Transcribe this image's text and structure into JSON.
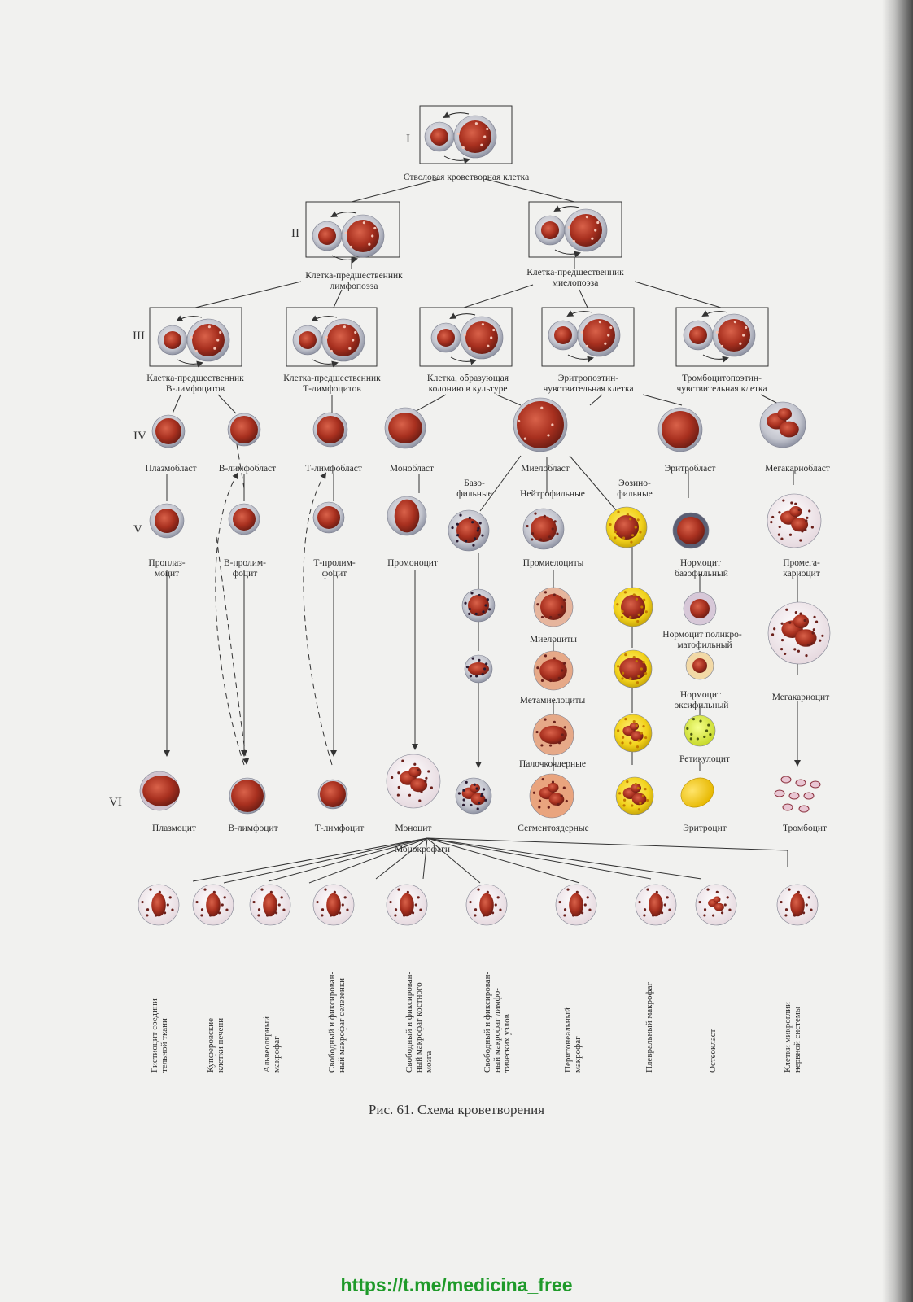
{
  "rows": {
    "r1": "I",
    "r2": "II",
    "r3": "III",
    "r4": "IV",
    "r5": "V",
    "r6": "VI"
  },
  "labels": {
    "stem": "Стволовая кроветворная клетка",
    "lymph_prec_1": "Клетка-предшественник",
    "lymph_prec_2": "лимфопоэза",
    "myelo_prec_1": "Клетка-предшественник",
    "myelo_prec_2": "миелопоэза",
    "b_prec_1": "Клетка-предшественник",
    "b_prec_2": "В-лимфоцитов",
    "t_prec_1": "Клетка-предшественник",
    "t_prec_2": "Т-лимфоцитов",
    "cfu_1": "Клетка, образующая",
    "cfu_2": "колонию в культуре",
    "ery_prec_1": "Эритропоэтин-",
    "ery_prec_2": "чувствительная клетка",
    "thr_prec_1": "Тромбоцитопоэтин-",
    "thr_prec_2": "чувствительная клетка",
    "plasmoblast": "Плазмобласт",
    "b_lymphoblast": "В-лимфобласт",
    "t_lymphoblast": "Т-лимфобласт",
    "monoblast": "Монобласт",
    "myeloblast": "Миелобласт",
    "erythroblast": "Эритробласт",
    "megakaryoblast": "Мегакариобласт",
    "baso_1": "Базо-",
    "baso_2": "фильные",
    "neutro": "Нейтрофильные",
    "eosino_1": "Эозино-",
    "eosino_2": "фильные",
    "proplasmocyte_1": "Проплаз-",
    "proplasmocyte_2": "моцит",
    "b_prolymph_1": "В-пролим-",
    "b_prolymph_2": "фоцит",
    "t_prolymph_1": "Т-пролим-",
    "t_prolymph_2": "фоцит",
    "promonocyte": "Промоноцит",
    "promyelocytes": "Промиелоциты",
    "normo_baso_1": "Нормоцит",
    "normo_baso_2": "базофильный",
    "promega_1": "Промега-",
    "promega_2": "кариоцит",
    "myelocytes": "Миелоциты",
    "normo_poly_1": "Нормоцит поликро-",
    "normo_poly_2": "матофильный",
    "metamyelocytes": "Метамиелоциты",
    "normo_oxy_1": "Нормоцит",
    "normo_oxy_2": "оксифильный",
    "megakaryocyte": "Мегакариоцит",
    "reticulocyte": "Ретикулоцит",
    "band": "Палочкоядерные",
    "plasmocyte": "Плазмоцит",
    "b_lymphocyte": "В-лимфоцит",
    "t_lymphocyte": "Т-лимфоцит",
    "monocyte": "Моноцит",
    "segmented": "Сегментоядерные",
    "erythrocyte": "Эритроцит",
    "thrombocyte": "Тромбоцит",
    "monocrophages": "Монокрофаги"
  },
  "macrophages": [
    {
      "l1": "Гистиоцит соедини-",
      "l2": "тельной ткани",
      "l3": ""
    },
    {
      "l1": "Купферовские",
      "l2": "клетки печени",
      "l3": ""
    },
    {
      "l1": "Альвеолярный",
      "l2": "макрофаг",
      "l3": ""
    },
    {
      "l1": "Свободный и фиксирован-",
      "l2": "ный макрофаг селезенки",
      "l3": ""
    },
    {
      "l1": "Свободный и фиксирован-",
      "l2": "ный макрофаг костного",
      "l3": "мозга"
    },
    {
      "l1": "Свободный и фиксирован-",
      "l2": "ный макрофаг лимфо-",
      "l3": "тических узлов"
    },
    {
      "l1": "Перитонеальный",
      "l2": "макрофаг",
      "l3": ""
    },
    {
      "l1": "Плевральный макрофаг",
      "l2": "",
      "l3": ""
    },
    {
      "l1": "Остеокласт",
      "l2": "",
      "l3": ""
    },
    {
      "l1": "Клетки микроглии",
      "l2": "нервной системы",
      "l3": ""
    }
  ],
  "caption": "Рис. 61. Схема кроветворения",
  "footer_link": "https://t.me/medicina_free",
  "colors": {
    "nucleus": "#a8301f",
    "cytoplasm": "#c9c9cf",
    "eosinophil_granules": "#f2d21b",
    "link": "#1f9a2a"
  }
}
